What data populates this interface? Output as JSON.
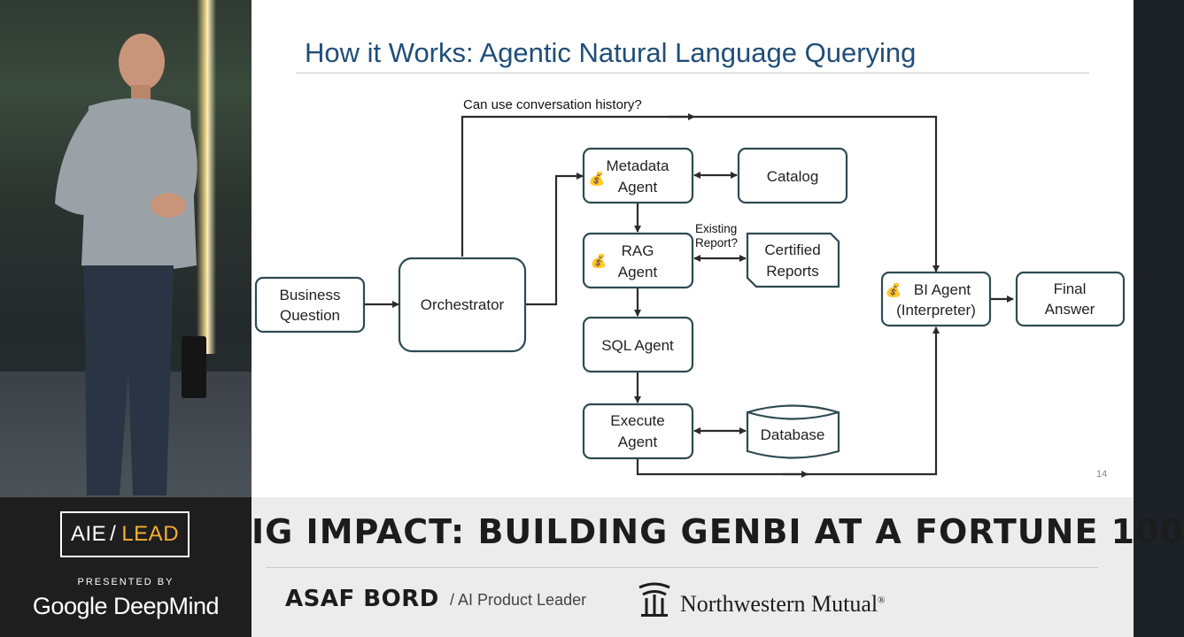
{
  "slide": {
    "title": "How it Works: Agentic Natural Language Querying",
    "page_number": "14"
  },
  "diagram": {
    "nodes": {
      "business_question": [
        "Business",
        "Question"
      ],
      "orchestrator": [
        "Orchestrator"
      ],
      "metadata_agent": [
        "Metadata",
        "Agent"
      ],
      "catalog": [
        "Catalog"
      ],
      "rag_agent": [
        "RAG",
        "Agent"
      ],
      "certified_reports": [
        "Certified",
        "Reports"
      ],
      "sql_agent": [
        "SQL Agent"
      ],
      "execute_agent": [
        "Execute",
        "Agent"
      ],
      "database": [
        "Database"
      ],
      "bi_agent": [
        "BI Agent",
        "(Interpreter)"
      ],
      "final_answer": [
        "Final",
        "Answer"
      ]
    },
    "labels": {
      "conversation_history": "Can use conversation history?",
      "existing_report_1": "Existing",
      "existing_report_2": "Report?"
    },
    "cost_icon": "money-bag-icon",
    "cost_glyph": "💰"
  },
  "banner": {
    "badge_aie": "AIE",
    "badge_sep": "/",
    "badge_lead": "LEAD",
    "presented_by": "PRESENTED BY",
    "sponsor": "Google DeepMind",
    "talk_title": "IG IMPACT: BUILDING GENBI AT A FORTUNE 100",
    "speaker_name": "ASAF BORD",
    "speaker_role": "/ AI Product Leader",
    "company": "Northwestern Mutual",
    "company_mark": "®"
  },
  "colors": {
    "title": "#1f4e79",
    "node_border": "#2e4a52",
    "accent_lead": "#f2b033"
  }
}
